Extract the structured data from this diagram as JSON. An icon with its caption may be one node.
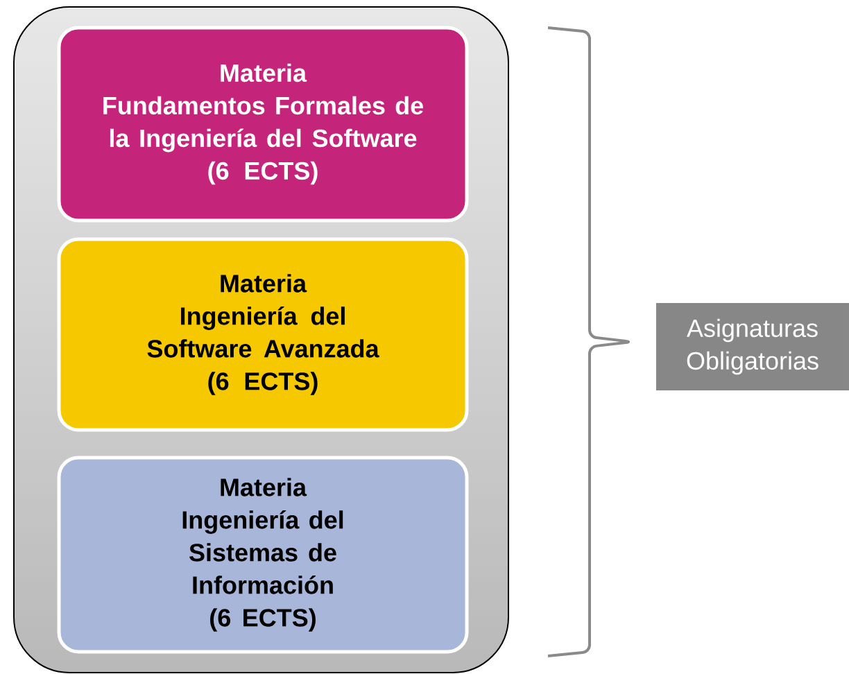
{
  "diagram": {
    "nodes": [
      {
        "text": [],
        "shape": "box"
      },
      {
        "text": [
          "Materia",
          "Fundamentos Formales de la Ingeniería del Software",
          "(6 ECTS)"
        ],
        "in": 0
      },
      {
        "text": [
          "Materia",
          "Ingeniería del Software Avanzada",
          "(6 ECTS)"
        ],
        "in": 0
      },
      {
        "text": [
          "Materia",
          "Ingeniería del Sistemas de Información",
          "(6 ECTS)"
        ],
        "in": 0
      },
      {
        "text": [
          "Asignaturas Obligatorias"
        ]
      }
    ]
  }
}
